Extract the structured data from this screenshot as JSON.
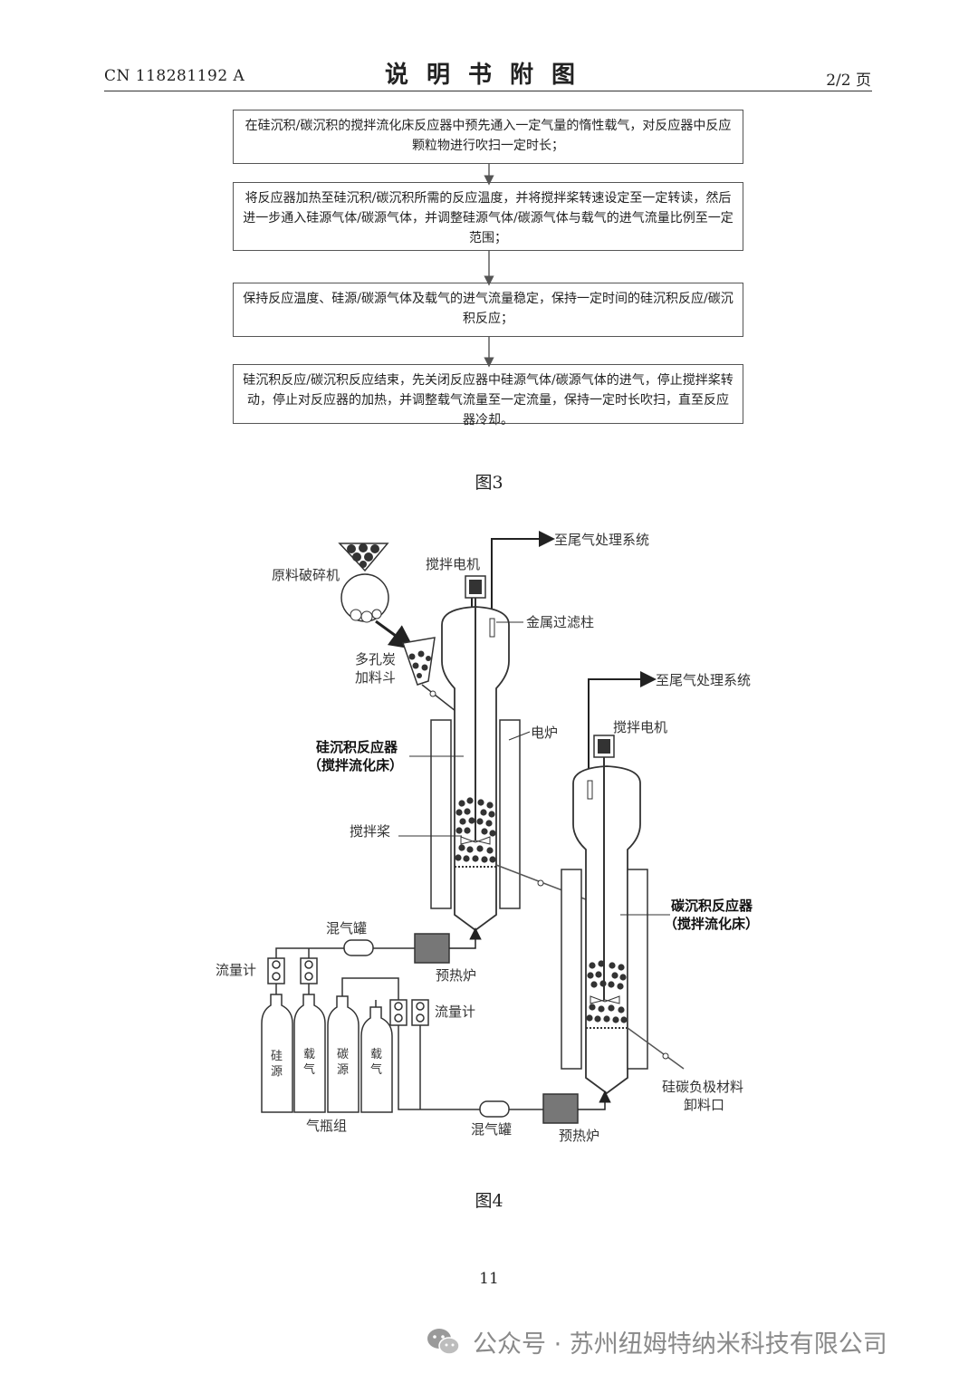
{
  "header": {
    "doc_number": "CN 118281192 A",
    "title": "说明书附图",
    "page_of": "2/2 页"
  },
  "figure3": {
    "steps": [
      "在硅沉积/碳沉积的搅拌流化床反应器中预先通入一定气量的惰性载气，对反应器中反应颗粒物进行吹扫一定时长；",
      "将反应器加热至硅沉积/碳沉积所需的反应温度，并将搅拌桨转速设定至一定转读，然后进一步通入硅源气体/碳源气体，并调整硅源气体/碳源气体与载气的进气流量比例至一定范围；",
      "保持反应温度、硅源/碳源气体及载气的进气流量稳定，保持一定时间的硅沉积反应/碳沉积反应；",
      "硅沉积反应/碳沉积反应结束，先关闭反应器中硅源气体/碳源气体的进气，停止搅拌桨转动，停止对反应器的加热，并调整载气流量至一定流量，保持一定时长吹扫，直至反应器冷却。"
    ],
    "caption": "图3"
  },
  "figure4": {
    "labels": {
      "tail_gas_1": "至尾气处理系统",
      "tail_gas_2": "至尾气处理系统",
      "motor_1": "搅拌电机",
      "motor_2": "搅拌电机",
      "crusher": "原料破碎机",
      "filter": "金属过滤柱",
      "hopper_line1": "多孔炭",
      "hopper_line2": "加料斗",
      "furnace": "电炉",
      "si_reactor_line1": "硅沉积反应器",
      "si_reactor_line2": "（搅拌流化床）",
      "paddle": "搅拌桨",
      "c_reactor_line1": "碳沉积反应器",
      "c_reactor_line2": "（搅拌流化床）",
      "mix_tank_1": "混气罐",
      "mix_tank_2": "混气罐",
      "flowmeter_1": "流量计",
      "flowmeter_2": "流量计",
      "preheater_1": "预热炉",
      "preheater_2": "预热炉",
      "bottle_1": [
        "硅",
        "源"
      ],
      "bottle_2": [
        "载",
        "气"
      ],
      "bottle_3": [
        "碳",
        "源"
      ],
      "bottle_4": [
        "载",
        "气"
      ],
      "bottle_group": "气瓶组",
      "outlet_line1": "硅碳负极材料",
      "outlet_line2": "卸料口"
    },
    "caption": "图4"
  },
  "page_number": "11",
  "watermark": "公众号 · 苏州纽姆特纳米科技有限公司"
}
